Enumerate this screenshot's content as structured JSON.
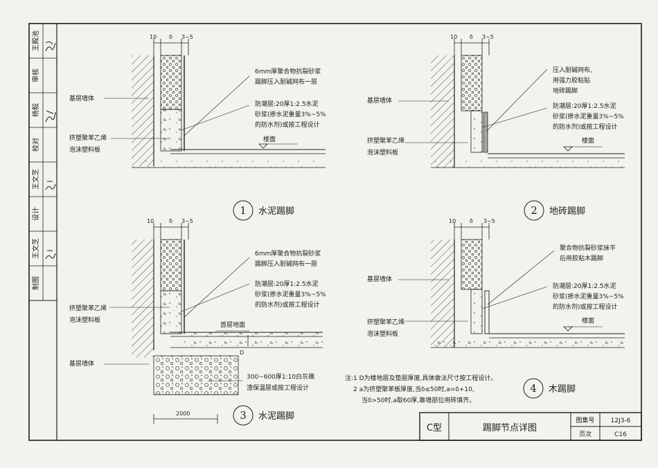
{
  "side_block": {
    "labels": [
      "王殿池",
      "审核",
      "杨毅",
      "校对",
      "王文芝",
      "设计",
      "王文芝",
      "制图"
    ],
    "signatures": [
      "签名",
      "签名",
      "签名"
    ]
  },
  "details": [
    {
      "number": "1",
      "title": "水泥踢脚",
      "dims": [
        "10",
        "δ",
        "3~5"
      ],
      "wall_label": "基层墙体",
      "insulation_label": [
        "挤塑聚苯乙烯",
        "泡沫塑料板"
      ],
      "mortar_note": [
        "6mm厚聚合物抗裂砂浆",
        "踢脚压入耐碱网布一层"
      ],
      "moisture_note": [
        "防潮层:20厚1:2.5水泥",
        "砂浆(掺水泥重量3%~5%",
        "的防水剂)或按工程设计"
      ],
      "floor_label": "楼面"
    },
    {
      "number": "2",
      "title": "地砖踢脚",
      "dims": [
        "10",
        "δ",
        "3~5"
      ],
      "wall_label": "基层墙体",
      "insulation_label": [
        "挤塑聚苯乙烯",
        "泡沫塑料板"
      ],
      "mortar_note": [
        "压入耐碱网布,",
        "用强力胶粘贴",
        "地砖踢脚"
      ],
      "moisture_note": [
        "防潮层:20厚1:2.5水泥",
        "砂浆(掺水泥重量3%~5%",
        "的防水剂)或按工程设计"
      ],
      "floor_label": "楼面"
    },
    {
      "number": "3",
      "title": "水泥踢脚",
      "dims": [
        "10",
        "δ",
        "3~5"
      ],
      "wall_label": "基层墙体",
      "insulation_label": [
        "挤塑聚苯乙烯",
        "泡沫塑料板"
      ],
      "mortar_note": [
        "6mm厚聚合物抗裂砂浆",
        "踢脚压入耐碱网布一层"
      ],
      "moisture_note": [
        "防潮层:20厚1:2.5水泥",
        "砂浆(掺水泥重量3%~5%",
        "的防水剂)或按工程设计"
      ],
      "floor_label": "首层地面",
      "d_label": "D",
      "base_note": [
        "300~600厚1:10白灰礁",
        "渣保温层或按工程设计"
      ],
      "width_dim": "2000"
    },
    {
      "number": "4",
      "title": "木踢脚",
      "dims": [
        "10",
        "δ",
        "3~5"
      ],
      "wall_label": "基层墙体",
      "insulation_label": [
        "挤塑聚苯乙烯",
        "泡沫塑料板"
      ],
      "mortar_note": [
        "聚合物抗裂砂浆抹平",
        "后用胶粘木踢脚"
      ],
      "moisture_note": [
        "防潮层:20厚1:2.5水泥",
        "砂浆(掺水泥重量3%~5%",
        "的防水剂)或按工程设计"
      ],
      "floor_label": "楼面"
    }
  ],
  "notes": [
    "注:1 D为楼地层及垫层厚度,具体做法尺寸按工程设计。",
    "2 a为挤塑聚苯板厚度,当δ≤50时,a=δ+10,",
    "当δ>50时,a取60厚,靠墙部位用砖填齐。"
  ],
  "title_block": {
    "type": "C型",
    "drawing_title": "踢脚节点详图",
    "atlas_label": "图集号",
    "atlas_no": "12J3-6",
    "page_label": "页次",
    "page_no": "C16"
  },
  "colors": {
    "ink": "#1d1d1d",
    "paper": "#f3f2ef"
  }
}
